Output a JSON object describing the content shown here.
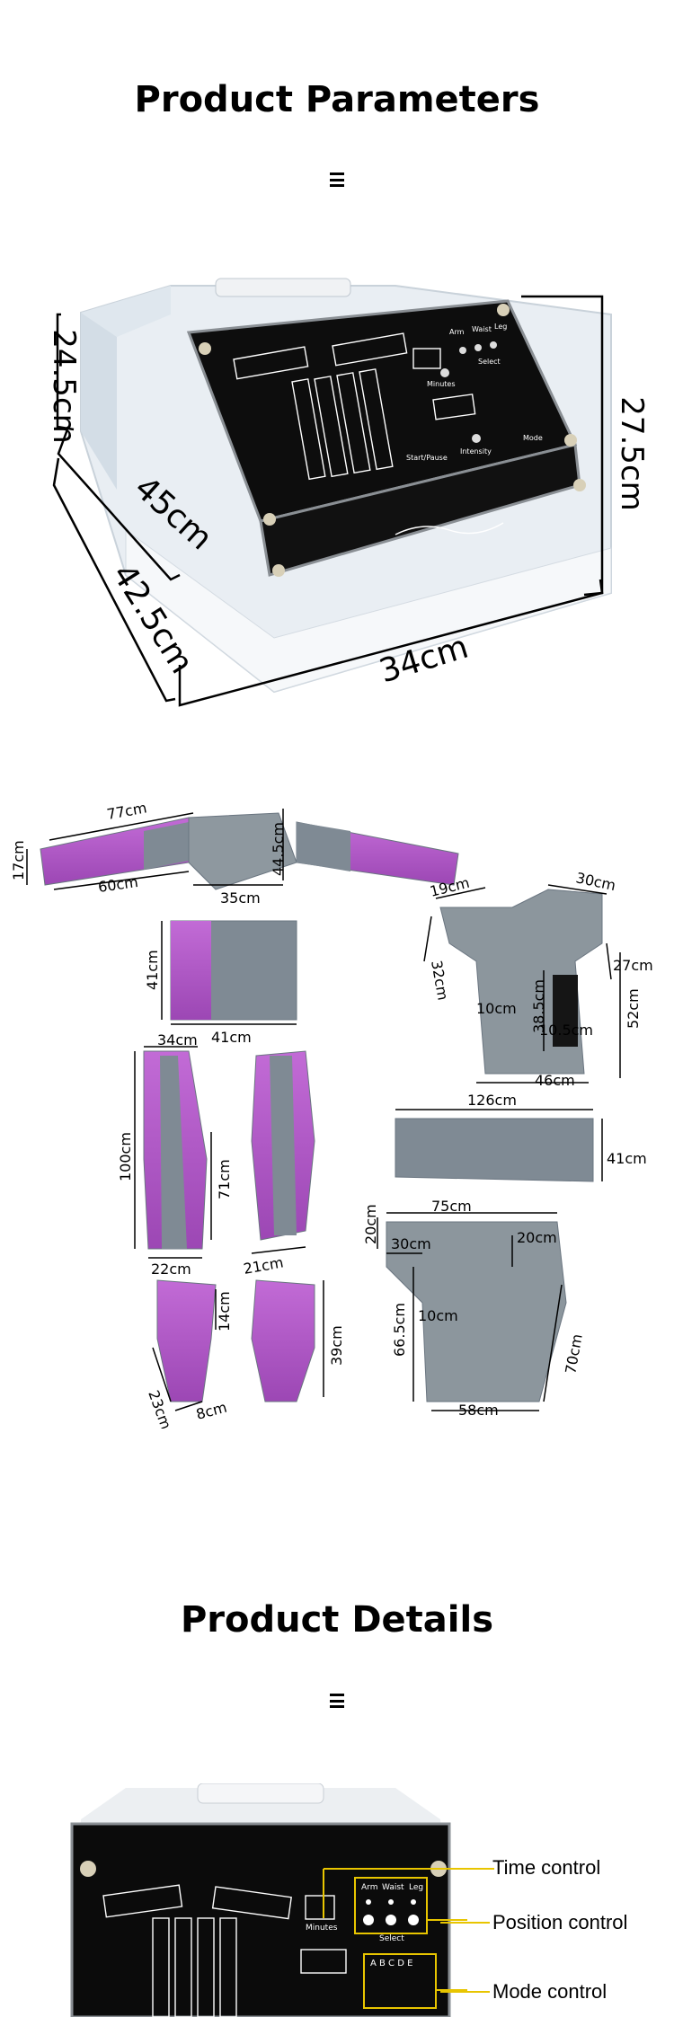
{
  "sections": {
    "parameters_title": "Product Parameters",
    "details_title": "Product Details"
  },
  "machine_dims": {
    "height_left": "24.5cm",
    "height_right": "27.5cm",
    "depth_top": "45cm",
    "depth_bottom": "42.5cm",
    "width": "34cm"
  },
  "panel_text": {
    "arm": "Arm",
    "waist": "Waist",
    "leg": "Leg",
    "select": "Select",
    "minutes": "Minutes",
    "intensity": "Intensity",
    "mode": "Mode",
    "start_pause": "Start/Pause",
    "modes": "A B C D E"
  },
  "accessory_dims": {
    "arm_top": "77cm",
    "arm_bottom": "60cm",
    "arm_end": "17cm",
    "arm_center_h": "44.5cm",
    "arm_center_w": "35cm",
    "wrap_h": "41cm",
    "wrap_w": "41cm",
    "vest_shoulder": "19cm",
    "vest_top": "30cm",
    "vest_side": "32cm",
    "vest_arm": "27cm",
    "vest_inner_h": "38.5cm",
    "vest_inner_l": "10cm",
    "vest_inner_r": "10.5cm",
    "vest_h": "52cm",
    "vest_w": "46cm",
    "leg_top": "34cm",
    "leg_h": "100cm",
    "leg_inner": "71cm",
    "leg_bottom": "22cm",
    "leg_foot": "21cm",
    "belt_w": "126cm",
    "belt_h": "41cm",
    "pants_top": "75cm",
    "pants_l_h": "20cm",
    "pants_l_w": "30cm",
    "pants_r": "20cm",
    "pants_inner": "10cm",
    "pants_h": "66.5cm",
    "pants_side": "70cm",
    "pants_bottom": "58cm",
    "boot_top": "14cm",
    "boot_h": "39cm",
    "boot_side": "23cm",
    "boot_bottom": "8cm"
  },
  "callouts": {
    "time": "Time control",
    "position": "Position control",
    "mode": "Mode control"
  },
  "colors": {
    "purple": "#b45ac9",
    "grey": "#7f8a94",
    "panel": "#111111",
    "callout_line": "#e8c500"
  }
}
